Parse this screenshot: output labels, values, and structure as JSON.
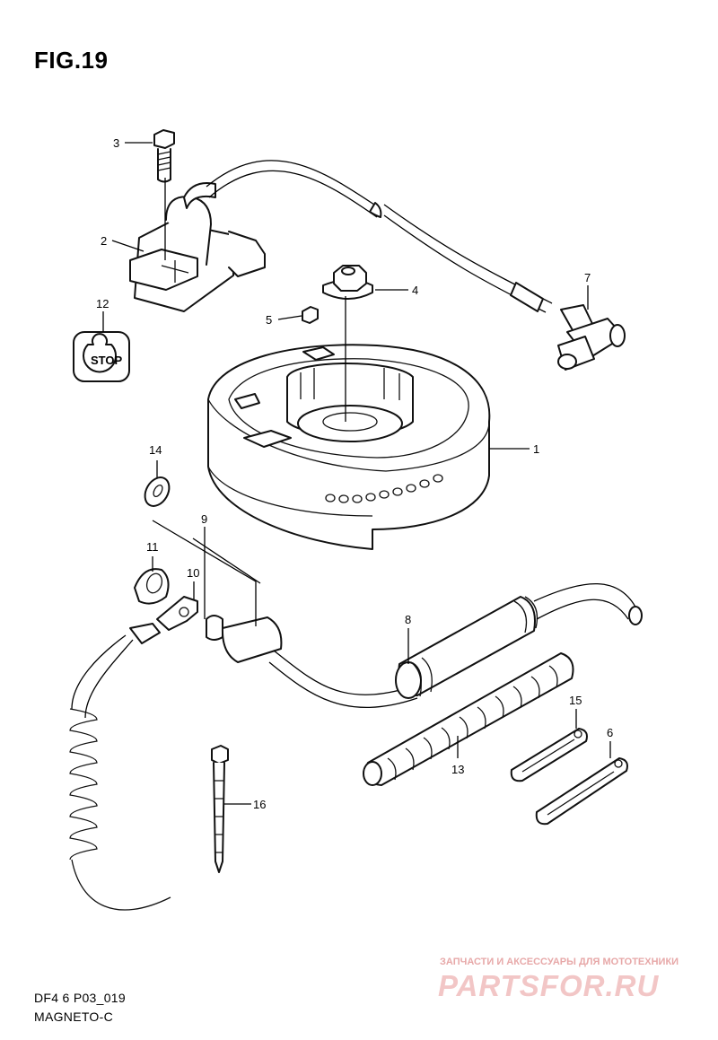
{
  "figure": {
    "title": "FIG.19"
  },
  "callouts": [
    "1",
    "2",
    "3",
    "4",
    "5",
    "6",
    "7",
    "8",
    "9",
    "10",
    "11",
    "12",
    "13",
    "14",
    "15",
    "16"
  ],
  "stop_button": {
    "text": "STOP"
  },
  "footer": {
    "code": "DF4 6 P03_019",
    "name": "MAGNETO-C"
  },
  "watermark": {
    "text": "ЗАПЧАСТИ И АКСЕССУАРЫ ДЛЯ МОТОТЕХНИКИ",
    "logo": "PARTSFOR.RU"
  },
  "colors": {
    "line": "#000000",
    "background": "#ffffff",
    "watermark": "#e7a8a8"
  }
}
